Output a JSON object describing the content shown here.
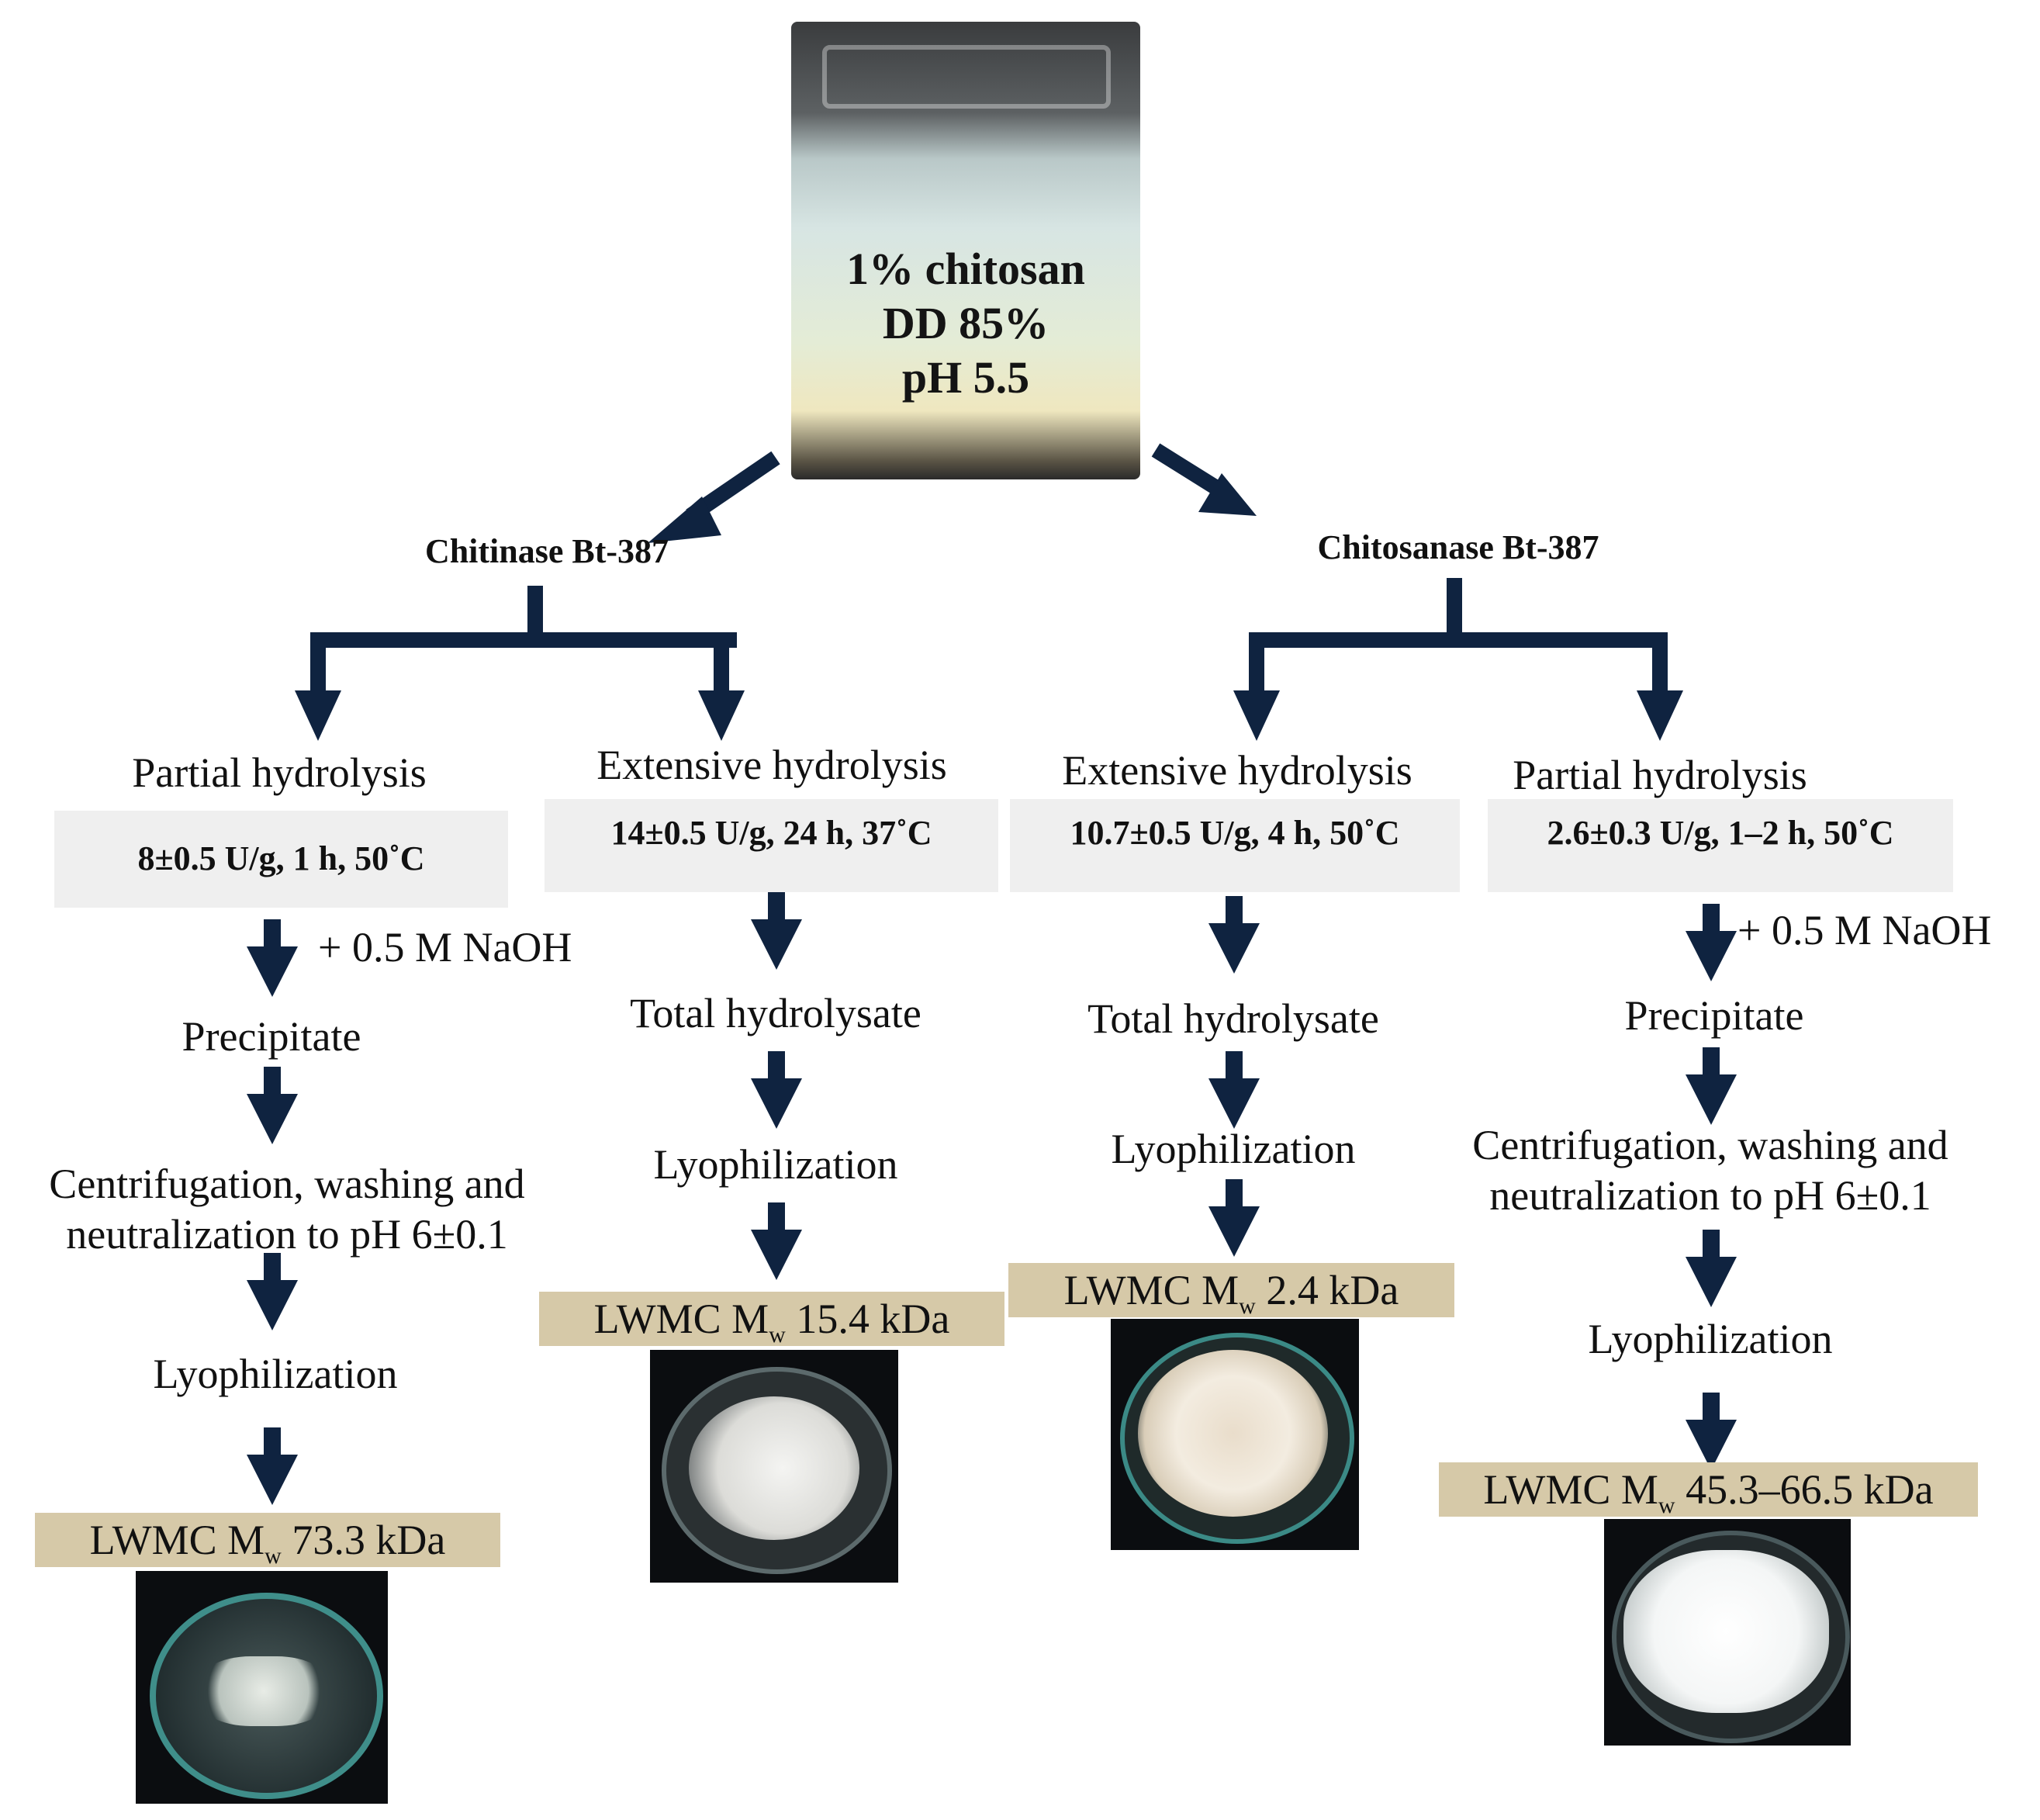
{
  "start": {
    "line1": "1% chitosan",
    "line2": "DD 85%",
    "line3": "pH 5.5"
  },
  "branches": {
    "chitinase": {
      "enzyme": "Chitinase Bt-387",
      "partial": {
        "title": "Partial hydrolysis",
        "conditions": "8±0.5 U/g, 1 h, 50˚C",
        "additive": "+ 0.5 M NaOH",
        "step1": "Precipitate",
        "step2_line1": "Centrifugation, washing and",
        "step2_line2": "neutralization to pH 6±0.1",
        "step3": "Lyophilization",
        "result_prefix": "LWMC M",
        "result_sub": "w",
        "result_value": "73.3 kDa"
      },
      "extensive": {
        "title": "Extensive hydrolysis",
        "conditions": "14±0.5 U/g, 24 h, 37˚C",
        "step1": "Total hydrolysate",
        "step2": "Lyophilization",
        "result_prefix": "LWMC M",
        "result_sub": "w",
        "result_value": "15.4 kDa"
      }
    },
    "chitosanase": {
      "enzyme": "Chitosanase Bt-387",
      "extensive": {
        "title": "Extensive hydrolysis",
        "conditions": "10.7±0.5 U/g, 4 h, 50˚C",
        "step1": "Total hydrolysate",
        "step2": "Lyophilization",
        "result_prefix": "LWMC M",
        "result_sub": "w",
        "result_value": "2.4 kDa"
      },
      "partial": {
        "title": "Partial hydrolysis",
        "conditions": "2.6±0.3 U/g, 1–2 h, 50˚C",
        "additive": "+ 0.5 M NaOH",
        "step1": "Precipitate",
        "step2_line1": "Centrifugation, washing and",
        "step2_line2": "neutralization to pH 6±0.1",
        "step3": "Lyophilization",
        "result_prefix": "LWMC M",
        "result_sub": "w",
        "result_value": "45.3–66.5 kDa"
      }
    }
  },
  "colors": {
    "arrow": "#0f2340",
    "condition_bg": "#efefef",
    "result_bg": "#d6c9a8"
  }
}
